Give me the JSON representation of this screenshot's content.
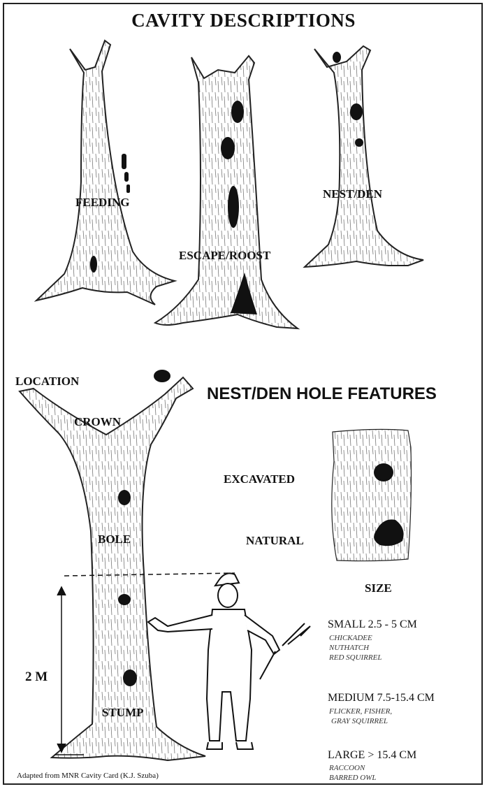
{
  "title": "CAVITY DESCRIPTIONS",
  "cavity_types": {
    "feeding": "FEEDING",
    "escape_roost": "ESCAPE/ROOST",
    "nest_den": "NEST/DEN"
  },
  "location": {
    "heading": "LOCATION",
    "crown": "CROWN",
    "bole": "BOLE",
    "stump": "STUMP",
    "height": "2 M"
  },
  "features": {
    "heading": "NEST/DEN HOLE FEATURES",
    "excavated": "EXCAVATED",
    "natural": "NATURAL"
  },
  "size": {
    "heading": "SIZE",
    "small": {
      "label": "SMALL 2.5 - 5 CM",
      "species": [
        "CHICKADEE",
        "NUTHATCH",
        "RED SQUIRREL"
      ]
    },
    "medium": {
      "label": "MEDIUM  7.5-15.4 CM",
      "species": [
        "FLICKER, FISHER,",
        "GRAY SQUIRREL"
      ]
    },
    "large": {
      "label": "LARGE > 15.4 CM",
      "species": [
        "RACCOON",
        "BARRED OWL"
      ]
    }
  },
  "credit": "Adapted from MNR  Cavity Card (K.J. Szuba)"
}
